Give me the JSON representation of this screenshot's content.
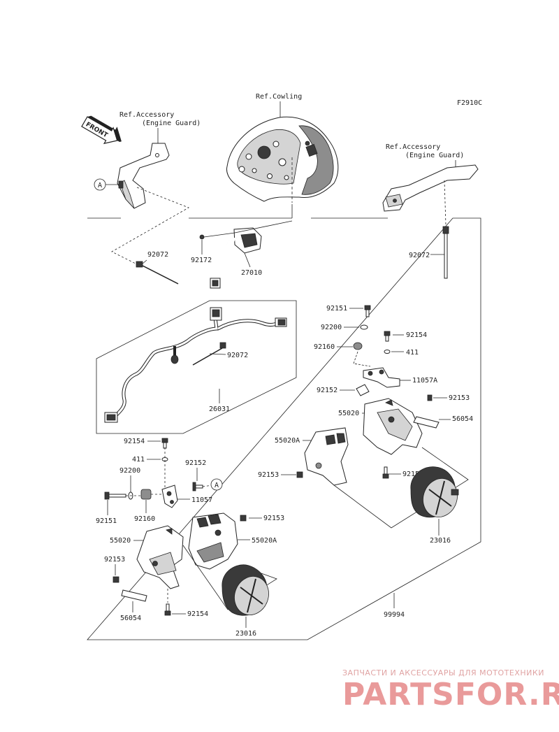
{
  "figure_code": "F2910C",
  "refs": {
    "cowling": "Ref.Cowling",
    "accessory_left_1": "Ref.Accessory",
    "accessory_left_2": "(Engine Guard)",
    "accessory_right_1": "Ref.Accessory",
    "accessory_right_2": "(Engine Guard)",
    "front_arrow": "FRONT",
    "marker": "A"
  },
  "parts": {
    "p92072_a": "92072",
    "p92172": "92172",
    "p27010": "27010",
    "p92072_b": "92072",
    "p92072_c": "92072",
    "p26031": "26031",
    "r92151": "92151",
    "r92200": "92200",
    "r92154_top": "92154",
    "r411": "411",
    "r92160": "92160",
    "r11057A": "11057A",
    "r92152": "92152",
    "r92153_top": "92153",
    "r55020": "55020",
    "r56054": "56054",
    "r55020A": "55020A",
    "r92153_mid": "92153",
    "r92154_bot": "92154",
    "r23016": "23016",
    "l92154": "92154",
    "l411": "411",
    "l92152": "92152",
    "l92200": "92200",
    "l92151": "92151",
    "l92160": "92160",
    "l11057": "11057",
    "l92153_a": "92153",
    "l55020": "55020",
    "l55020A": "55020A",
    "l92153_b": "92153",
    "l56054": "56054",
    "l92154_b": "92154",
    "l23016": "23016",
    "p99994": "99994"
  },
  "watermark": {
    "top": "ЗАПЧАСТИ И АКСЕССУАРЫ ДЛЯ МОТОТЕХНИКИ",
    "brand": "PARTSFOR.RU"
  }
}
